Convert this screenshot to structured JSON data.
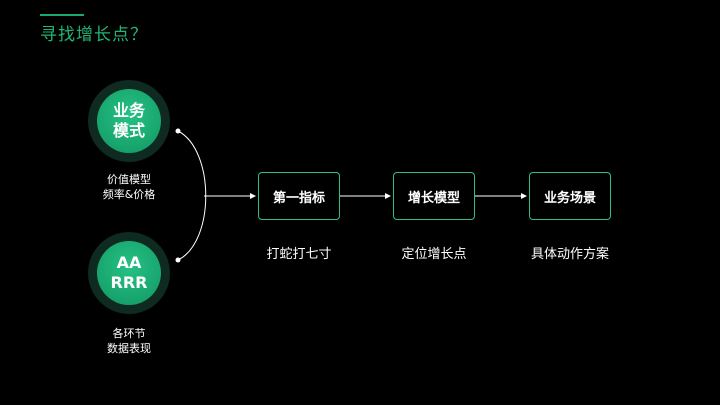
{
  "header": {
    "title": "寻找增长点？"
  },
  "circles": [
    {
      "label": "业务\n模式",
      "caption": "价值模型\n频率&价格"
    },
    {
      "label": "AA\nRRR",
      "caption": "各环节\n数据表现"
    }
  ],
  "steps": [
    {
      "label": "第一指标",
      "caption": "打蛇打七寸"
    },
    {
      "label": "增长模型",
      "caption": "定位增长点"
    },
    {
      "label": "业务场景",
      "caption": "具体动作方案"
    }
  ],
  "colors": {
    "accent": "#22b573",
    "box_border": "#2fbf86",
    "circle_fill": "#17a46c"
  }
}
